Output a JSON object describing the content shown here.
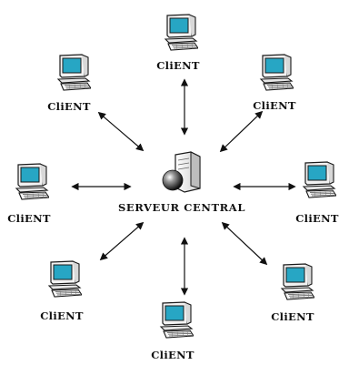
{
  "diagram": {
    "server": {
      "label": "SERVEUR CENTRAL",
      "icon": "server-icon"
    },
    "clients": [
      {
        "label": "CliENT",
        "icon": "computer-icon"
      },
      {
        "label": "CliENT",
        "icon": "computer-icon"
      },
      {
        "label": "CliENT",
        "icon": "computer-icon"
      },
      {
        "label": "CliENT",
        "icon": "computer-icon"
      },
      {
        "label": "CliENT",
        "icon": "computer-icon"
      },
      {
        "label": "CliENT",
        "icon": "computer-icon"
      },
      {
        "label": "CliENT",
        "icon": "computer-icon"
      },
      {
        "label": "CliENT",
        "icon": "computer-icon"
      }
    ],
    "colors": {
      "screen": "#27a6c4",
      "case": "#f2f2f2",
      "outline": "#1a1a1a",
      "arrow": "#111111"
    }
  }
}
